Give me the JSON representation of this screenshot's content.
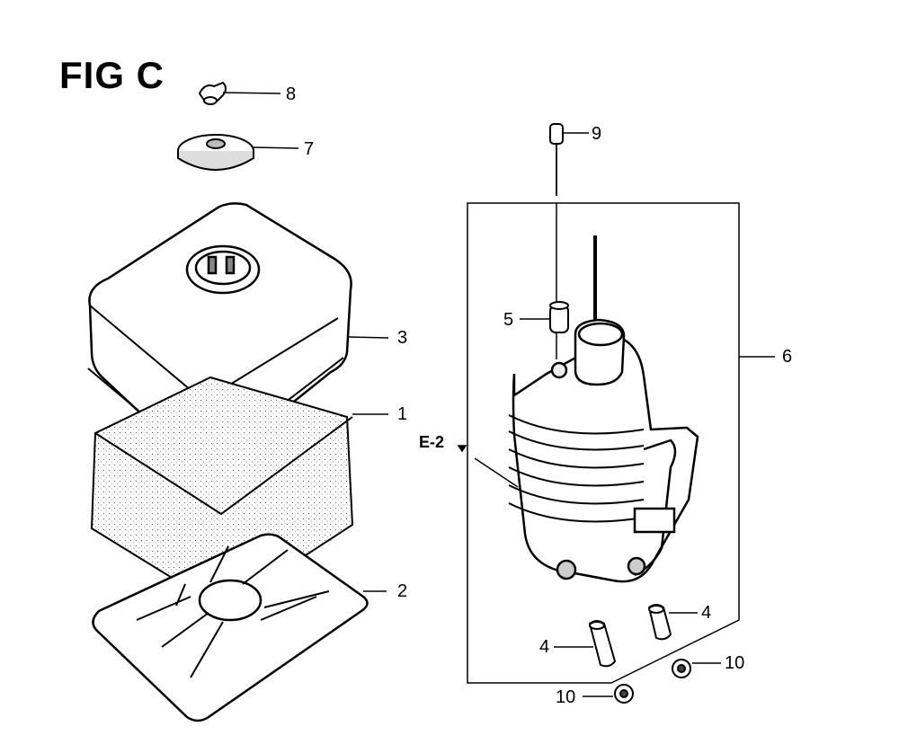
{
  "figure": {
    "title": "FIG C"
  },
  "callouts": {
    "part_1": "1",
    "part_2": "2",
    "part_3": "3",
    "part_4_upper": "4",
    "part_4_lower": "4",
    "part_5": "5",
    "part_6": "6",
    "part_7": "7",
    "part_8": "8",
    "part_9": "9",
    "part_10_right": "10",
    "part_10_lower": "10",
    "reference_e2": "E-2"
  }
}
